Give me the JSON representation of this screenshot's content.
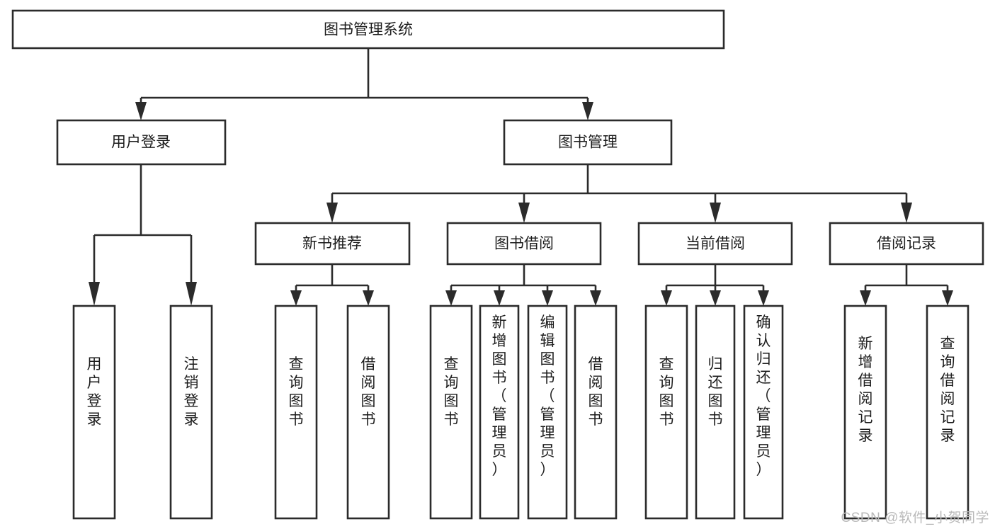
{
  "diagram": {
    "kind": "tree-hierarchy-chart",
    "title": "图书管理系统",
    "watermark": "CSDN @软件_小贺同学",
    "colors": {
      "background": "#ffffff",
      "stroke": "#2b2b2b",
      "node_fill": "#ffffff",
      "text": "#1c1c1c",
      "watermark": "#b9b9b9"
    },
    "levels": {
      "root": {
        "label": "图书管理系统"
      },
      "level2": [
        {
          "id": "user-login",
          "label": "用户登录"
        },
        {
          "id": "book-management",
          "label": "图书管理"
        }
      ],
      "level3": [
        {
          "id": "new-book-recommend",
          "label": "新书推荐",
          "parent": "book-management"
        },
        {
          "id": "book-borrow",
          "label": "图书借阅",
          "parent": "book-management"
        },
        {
          "id": "current-borrow",
          "label": "当前借阅",
          "parent": "book-management"
        },
        {
          "id": "borrow-record",
          "label": "借阅记录",
          "parent": "book-management"
        }
      ],
      "leaves": [
        {
          "id": "leaf-user-login",
          "label": "用户登录",
          "parent": "user-login"
        },
        {
          "id": "leaf-logout-login",
          "label": "注销登录",
          "parent": "user-login"
        },
        {
          "id": "leaf-query-book-1",
          "label": "查询图书",
          "parent": "new-book-recommend"
        },
        {
          "id": "leaf-borrow-book-1",
          "label": "借阅图书",
          "parent": "new-book-recommend"
        },
        {
          "id": "leaf-query-book-2",
          "label": "查询图书",
          "parent": "book-borrow"
        },
        {
          "id": "leaf-add-book",
          "label": "新增图书（管理员）",
          "parent": "book-borrow"
        },
        {
          "id": "leaf-edit-book",
          "label": "编辑图书（管理员）",
          "parent": "book-borrow"
        },
        {
          "id": "leaf-borrow-book-2",
          "label": "借阅图书",
          "parent": "book-borrow"
        },
        {
          "id": "leaf-query-book-3",
          "label": "查询图书",
          "parent": "current-borrow"
        },
        {
          "id": "leaf-return-book",
          "label": "归还图书",
          "parent": "current-borrow"
        },
        {
          "id": "leaf-confirm-return",
          "label": "确认归还（管理员）",
          "parent": "current-borrow"
        },
        {
          "id": "leaf-add-record",
          "label": "新增借阅记录",
          "parent": "borrow-record"
        },
        {
          "id": "leaf-query-record",
          "label": "查询借阅记录",
          "parent": "borrow-record"
        }
      ]
    }
  }
}
